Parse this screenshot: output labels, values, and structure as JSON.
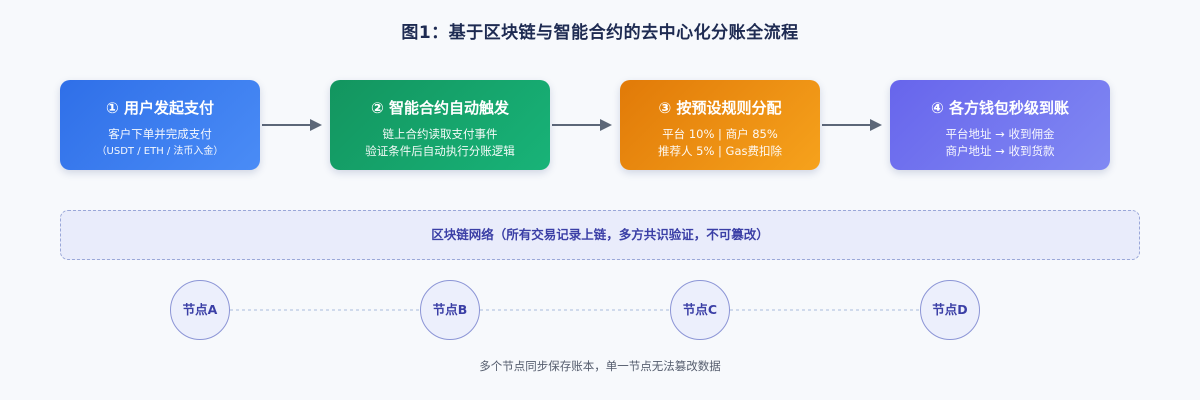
{
  "title": "图1：基于区块链与智能合约的去中心化分账全流程",
  "steps": [
    {
      "title": "① 用户发起支付",
      "lines": [
        "客户下单并完成支付",
        "（USDT / ETH / 法币入金）"
      ]
    },
    {
      "title": "② 智能合约自动触发",
      "lines": [
        "链上合约读取支付事件",
        "验证条件后自动执行分账逻辑"
      ]
    },
    {
      "title": "③ 按预设规则分配",
      "lines": [
        "平台 10% | 商户 85%",
        "推荐人 5% | Gas费扣除"
      ]
    },
    {
      "title": "④ 各方钱包秒级到账",
      "lines": [
        "平台地址 → 收到佣金",
        "商户地址 → 收到货款"
      ]
    }
  ],
  "network": {
    "label": "区块链网络（所有交易记录上链，多方共识验证，不可篡改）"
  },
  "nodes": [
    "节点A",
    "节点B",
    "节点C",
    "节点D"
  ],
  "caption": "多个节点同步保存账本，单一节点无法篡改数据",
  "colors": {
    "step1": "#2f6fe8",
    "step2": "#13955f",
    "step3": "#e17a08",
    "step4": "#6765ec",
    "arrow": "#5c6778",
    "network_border": "#9aa7d8",
    "node_text": "#3b3fa6"
  }
}
